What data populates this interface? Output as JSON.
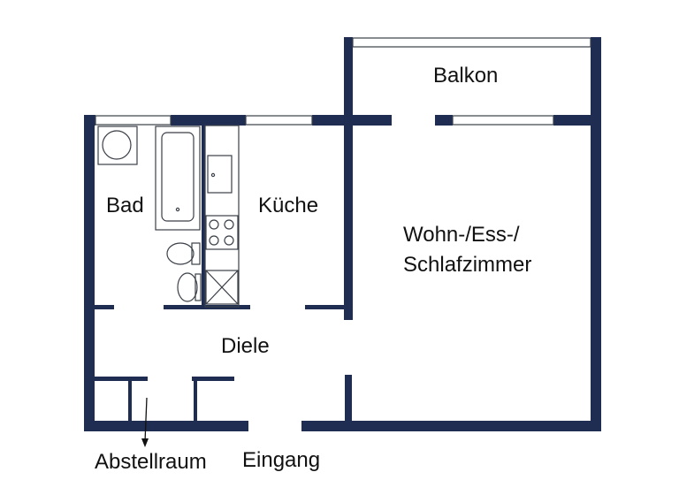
{
  "floorplan": {
    "rooms": {
      "balkon": "Balkon",
      "bad": "Bad",
      "kueche": "Küche",
      "wohn_line1": "Wohn-/Ess-/",
      "wohn_line2": "Schlafzimmer",
      "diele": "Diele",
      "abstellraum": "Abstellraum",
      "eingang": "Eingang"
    },
    "colors": {
      "wall": "#1f2d52",
      "fixture_line": "#3a3f48",
      "background": "#ffffff"
    }
  }
}
